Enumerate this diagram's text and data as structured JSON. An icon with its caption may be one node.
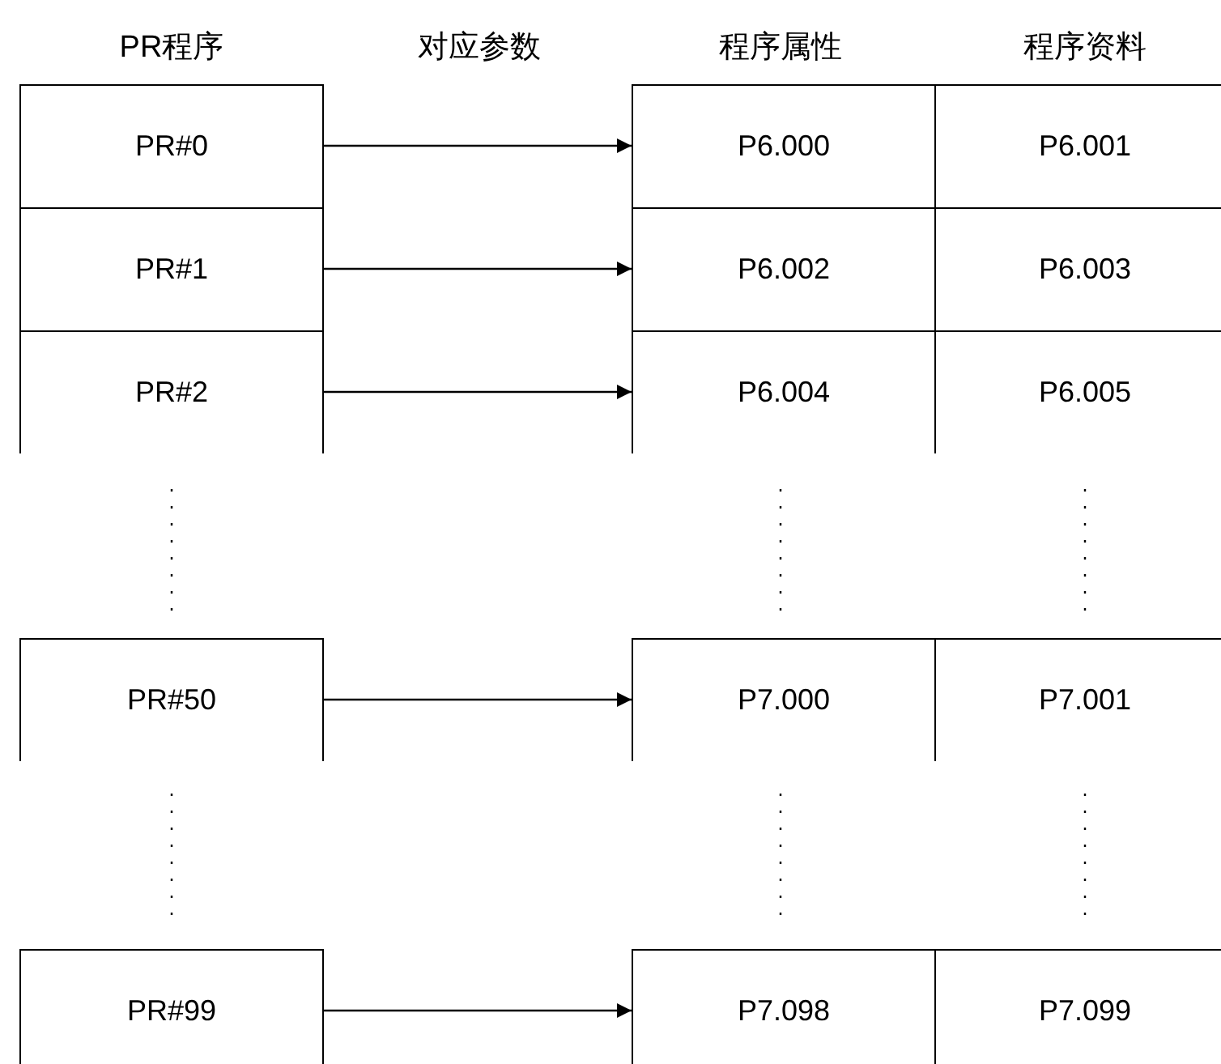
{
  "diagram": {
    "nodes": [
      {
        "text": [
          "PR#0"
        ]
      },
      {
        "text": [
          "P6.000"
        ]
      },
      {
        "text": [
          "P6.001"
        ]
      },
      {
        "text": [
          "PR#1"
        ]
      },
      {
        "text": [
          "P6.002"
        ]
      },
      {
        "text": [
          "P6.003"
        ]
      },
      {
        "text": [
          "PR#2"
        ]
      },
      {
        "text": [
          "P6.004"
        ]
      },
      {
        "text": [
          "P6.005"
        ]
      },
      {
        "text": [
          "PR#50"
        ]
      },
      {
        "text": [
          "P7.000"
        ]
      },
      {
        "text": [
          "P7.001"
        ]
      },
      {
        "text": [
          "PR#99"
        ]
      },
      {
        "text": [
          "P7.098"
        ]
      },
      {
        "text": [
          "P7.099"
        ]
      }
    ],
    "edges": [
      {
        "from": 0,
        "to": 1,
        "arrow": "to"
      },
      {
        "from": 3,
        "to": 4,
        "arrow": "to"
      },
      {
        "from": 6,
        "to": 7,
        "arrow": "to"
      },
      {
        "from": 9,
        "to": 10,
        "arrow": "to"
      },
      {
        "from": 12,
        "to": 13,
        "arrow": "to"
      }
    ],
    "labels": [
      "PR程序",
      "对应参数",
      "程序属性",
      "程序资料"
    ]
  }
}
